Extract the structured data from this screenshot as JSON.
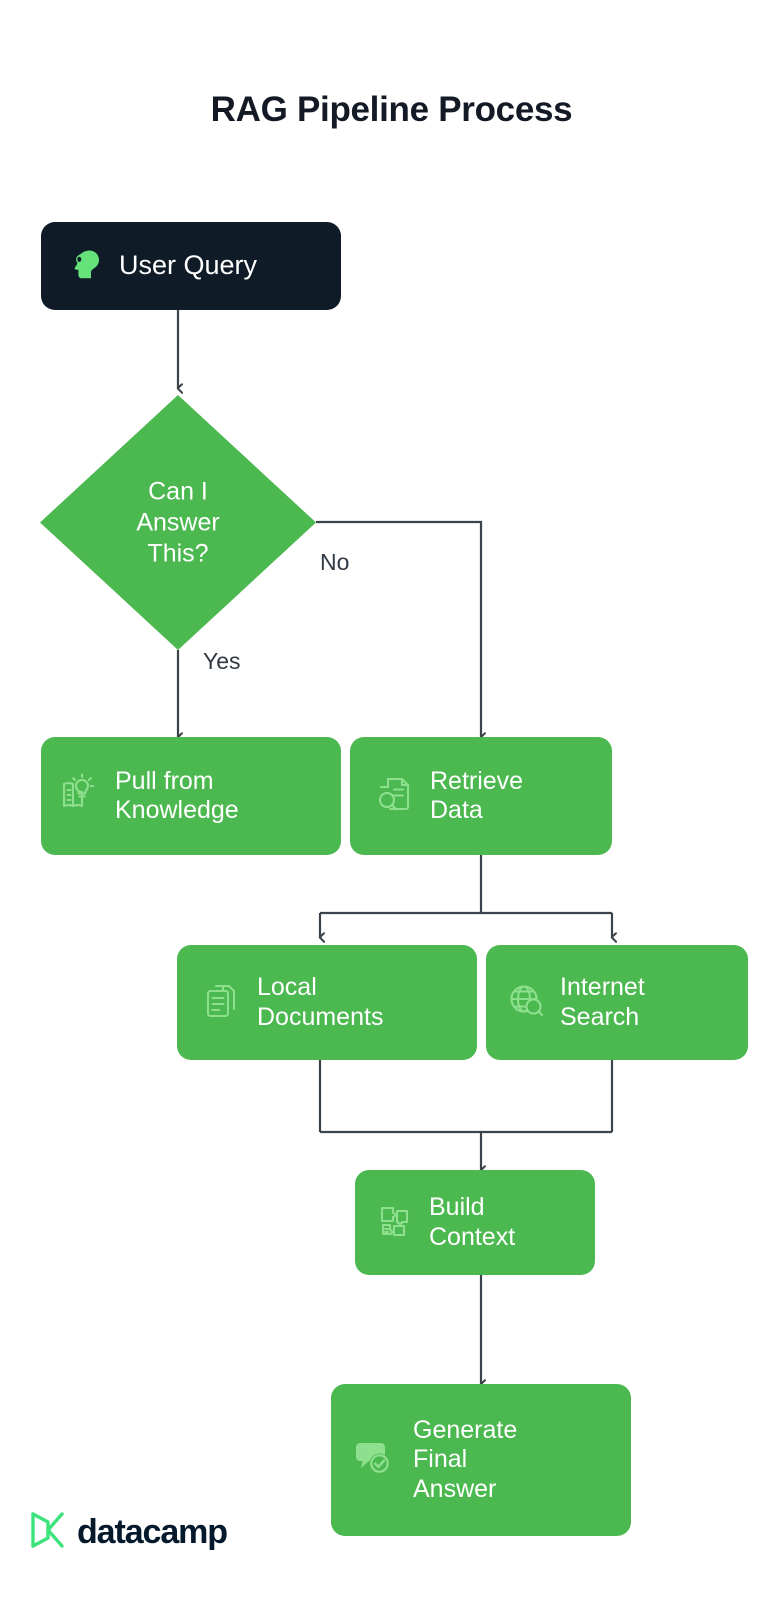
{
  "page": {
    "title": "RAG Pipeline Process",
    "background_color": "#ffffff"
  },
  "colors": {
    "green": "#4cb850",
    "dark_navy": "#101b28",
    "connector": "#3b444d",
    "title_text": "#131a26",
    "node_text": "#ffffff",
    "icon_light_green": "#8ee08f",
    "brand_green": "#3ce37a",
    "logo_text": "#05192d"
  },
  "nodes": {
    "user_query": {
      "label": "User Query",
      "icon": "head-brain-icon",
      "style": "dark"
    },
    "decision": {
      "label": "Can I\nAnswer\nThis?",
      "shape": "diamond",
      "style": "green"
    },
    "pull_knowledge": {
      "label": "Pull from\nKnowledge",
      "icon": "book-idea-icon",
      "style": "green"
    },
    "retrieve_data": {
      "label": "Retrieve\nData",
      "icon": "document-search-icon",
      "style": "green"
    },
    "local_documents": {
      "label": "Local\nDocuments",
      "icon": "documents-stack-icon",
      "style": "green"
    },
    "internet_search": {
      "label": "Internet\nSearch",
      "icon": "globe-search-icon",
      "style": "green"
    },
    "build_context": {
      "label": "Build\nContext",
      "icon": "puzzle-blocks-icon",
      "style": "green"
    },
    "generate_answer": {
      "label": "Generate\nFinal\nAnswer",
      "icon": "chat-check-icon",
      "style": "green"
    }
  },
  "edges": {
    "yes_label": "Yes",
    "no_label": "No"
  },
  "footer": {
    "brand": "datacamp",
    "logo_icon": "datacamp-logo-icon"
  }
}
